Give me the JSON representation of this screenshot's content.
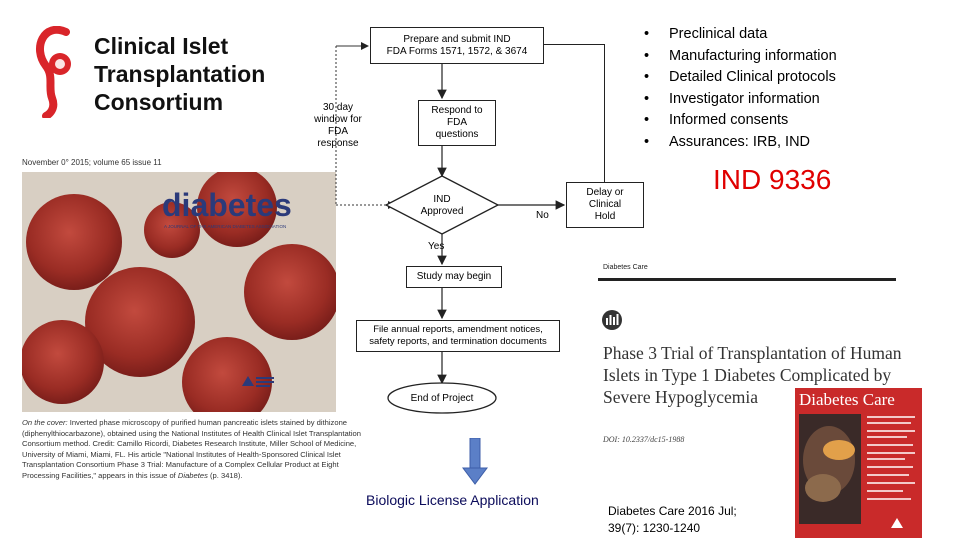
{
  "logo": {
    "lines": [
      "Clinical Islet",
      "Transplantation",
      "Consortium"
    ],
    "icon": "cit-swirl-icon",
    "colors": {
      "red": "#d9252a"
    }
  },
  "left_cover": {
    "date_line": "November 0° 2015; volume 65 issue 11",
    "masthead": "diabetes",
    "subtitle": "A JOURNAL OF THE AMERICAN DIABETES ASSOCIATION",
    "caption_lead": "On the cover:",
    "caption": " Inverted phase microscopy of purified human pancreatic islets stained by dithizone (diphenylthiocarbazone), obtained using the National Institutes of Health Clinical Islet Transplantation Consortium method. Credit: Camillo Ricordi, Diabetes Research Institute, Miller School of Medicine, University of Miami, Miami, FL. His article \"National Institutes of Health-Sponsored Clinical Islet Transplantation Consortium Phase 3 Trial: Manufacture of a Complex Cellular Product at Eight Processing Facilities,\" appears in this issue of ",
    "caption_journal": "Diabetes",
    "caption_end": " (p. 3418)."
  },
  "flowchart": {
    "prepare": [
      "Prepare and submit IND",
      "FDA Forms 1571, 1572, & 3674"
    ],
    "respond": [
      "Respond to",
      "FDA",
      "questions"
    ],
    "window": [
      "30 day",
      "window for",
      "FDA",
      "response"
    ],
    "approved": [
      "IND",
      "Approved"
    ],
    "no_label": "No",
    "yes_label": "Yes",
    "delay": [
      "Delay or",
      "Clinical",
      "Hold"
    ],
    "study": "Study may begin",
    "annual": [
      "File annual reports, amendment notices,",
      "safety reports, and termination documents"
    ],
    "end": "End of Project"
  },
  "bullets": [
    "Preclinical data",
    "Manufacturing information",
    "Detailed Clinical protocols",
    "Investigator information",
    "Informed consents",
    "Assurances: IRB, IND"
  ],
  "ind_number": "IND 9336",
  "right_paper": {
    "journal_label": "Diabetes Care",
    "title": "Phase 3 Trial of Transplantation of Human Islets in Type 1 Diabetes Complicated by Severe Hypoglycemia",
    "doi": "DOI: 10.2337/dc15-1988",
    "cover_masthead": "Diabetes Care",
    "citation_line1": "Diabetes Care 2016 Jul;",
    "citation_line2": "39(7): 1230-1240"
  },
  "bla_label": "Biologic License Application",
  "colors": {
    "ind_red": "#e00000",
    "arrow_blue": "#5b7fc7",
    "bla_navy": "#0a0a5a",
    "cover_red": "#c92a2a"
  }
}
